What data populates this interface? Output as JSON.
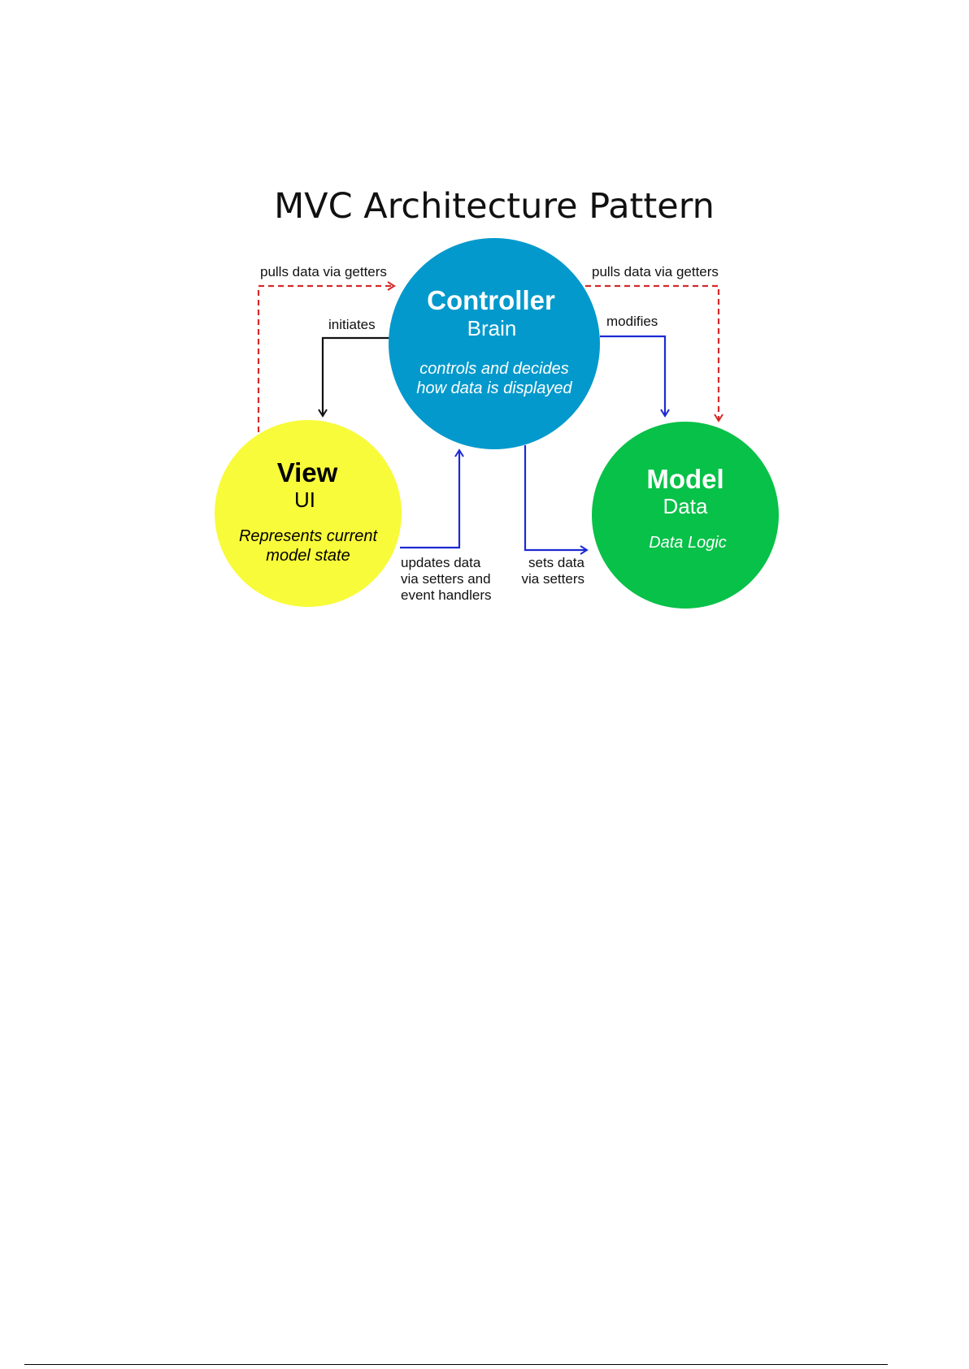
{
  "title": "MVC Architecture Pattern",
  "colors": {
    "controller": "#0499cc",
    "view": "#f8fb39",
    "model": "#08c148",
    "dashed_arrow": "#d42a2a",
    "blue_arrow": "#1d2ad1",
    "black_arrow": "#111111"
  },
  "nodes": {
    "controller": {
      "name": "Controller",
      "subtitle": "Brain",
      "description_line1": "controls and decides",
      "description_line2": "how data is displayed"
    },
    "view": {
      "name": "View",
      "subtitle": "UI",
      "description_line1": "Represents current",
      "description_line2": "model state"
    },
    "model": {
      "name": "Model",
      "subtitle": "Data",
      "description_line1": "Data Logic"
    }
  },
  "edges": {
    "view_to_controller_pull": {
      "label": "pulls data via getters"
    },
    "controller_to_model_pull": {
      "label": "pulls data via getters"
    },
    "controller_initiates_view": {
      "label": "initiates"
    },
    "controller_modifies_model": {
      "label": "modifies"
    },
    "view_updates_controller": {
      "label_line1": "updates data",
      "label_line2": "via setters and",
      "label_line3": "event handlers"
    },
    "controller_sets_model": {
      "label_line1": "sets data",
      "label_line2": "via setters"
    }
  }
}
